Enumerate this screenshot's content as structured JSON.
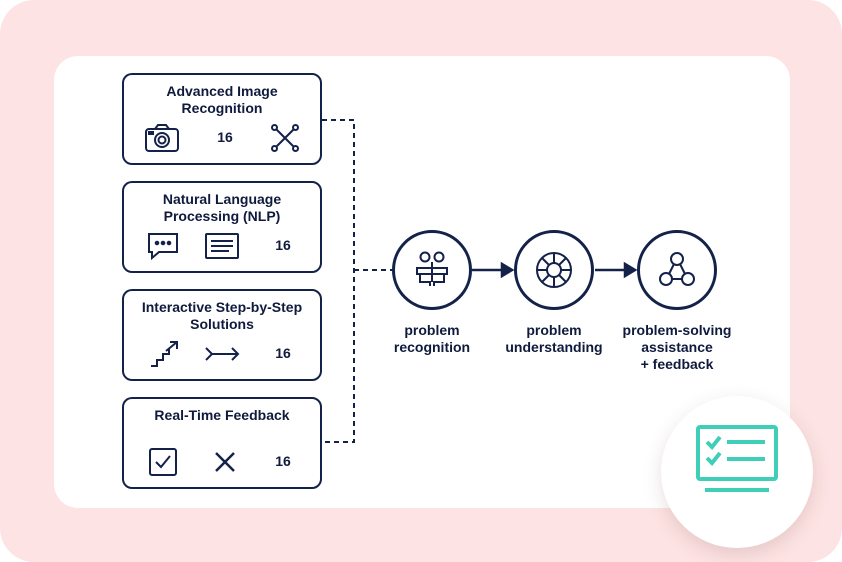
{
  "cards": [
    {
      "title": "Advanced Image Recognition",
      "count": "16",
      "icons": [
        "camera-icon",
        "network-nodes-icon"
      ]
    },
    {
      "title": "Natural Language Processing (NLP)",
      "count": "16",
      "icons": [
        "chat-bubble-icon",
        "text-document-icon"
      ]
    },
    {
      "title": "Interactive Step-by-Step Solutions",
      "count": "16",
      "icons": [
        "stairs-arrow-icon",
        "forward-arrow-icon"
      ]
    },
    {
      "title": "Real-Time Feedback",
      "count": "16",
      "icons": [
        "checkbox-checked-icon",
        "cross-icon"
      ]
    }
  ],
  "flow": [
    {
      "label_line1": "problem",
      "label_line2": "recognition",
      "icon": "people-group-icon"
    },
    {
      "label_line1": "problem",
      "label_line2": "understanding",
      "icon": "target-wheel-icon"
    },
    {
      "label_line1": "problem-solving",
      "label_line2": "assistance",
      "label_line3": "+ feedback",
      "icon": "connected-nodes-icon"
    }
  ],
  "badge": {
    "icon": "checklist-screen-icon"
  },
  "colors": {
    "frame": "#fde3e3",
    "stroke": "#14224a",
    "accent": "#3fcfb8"
  }
}
